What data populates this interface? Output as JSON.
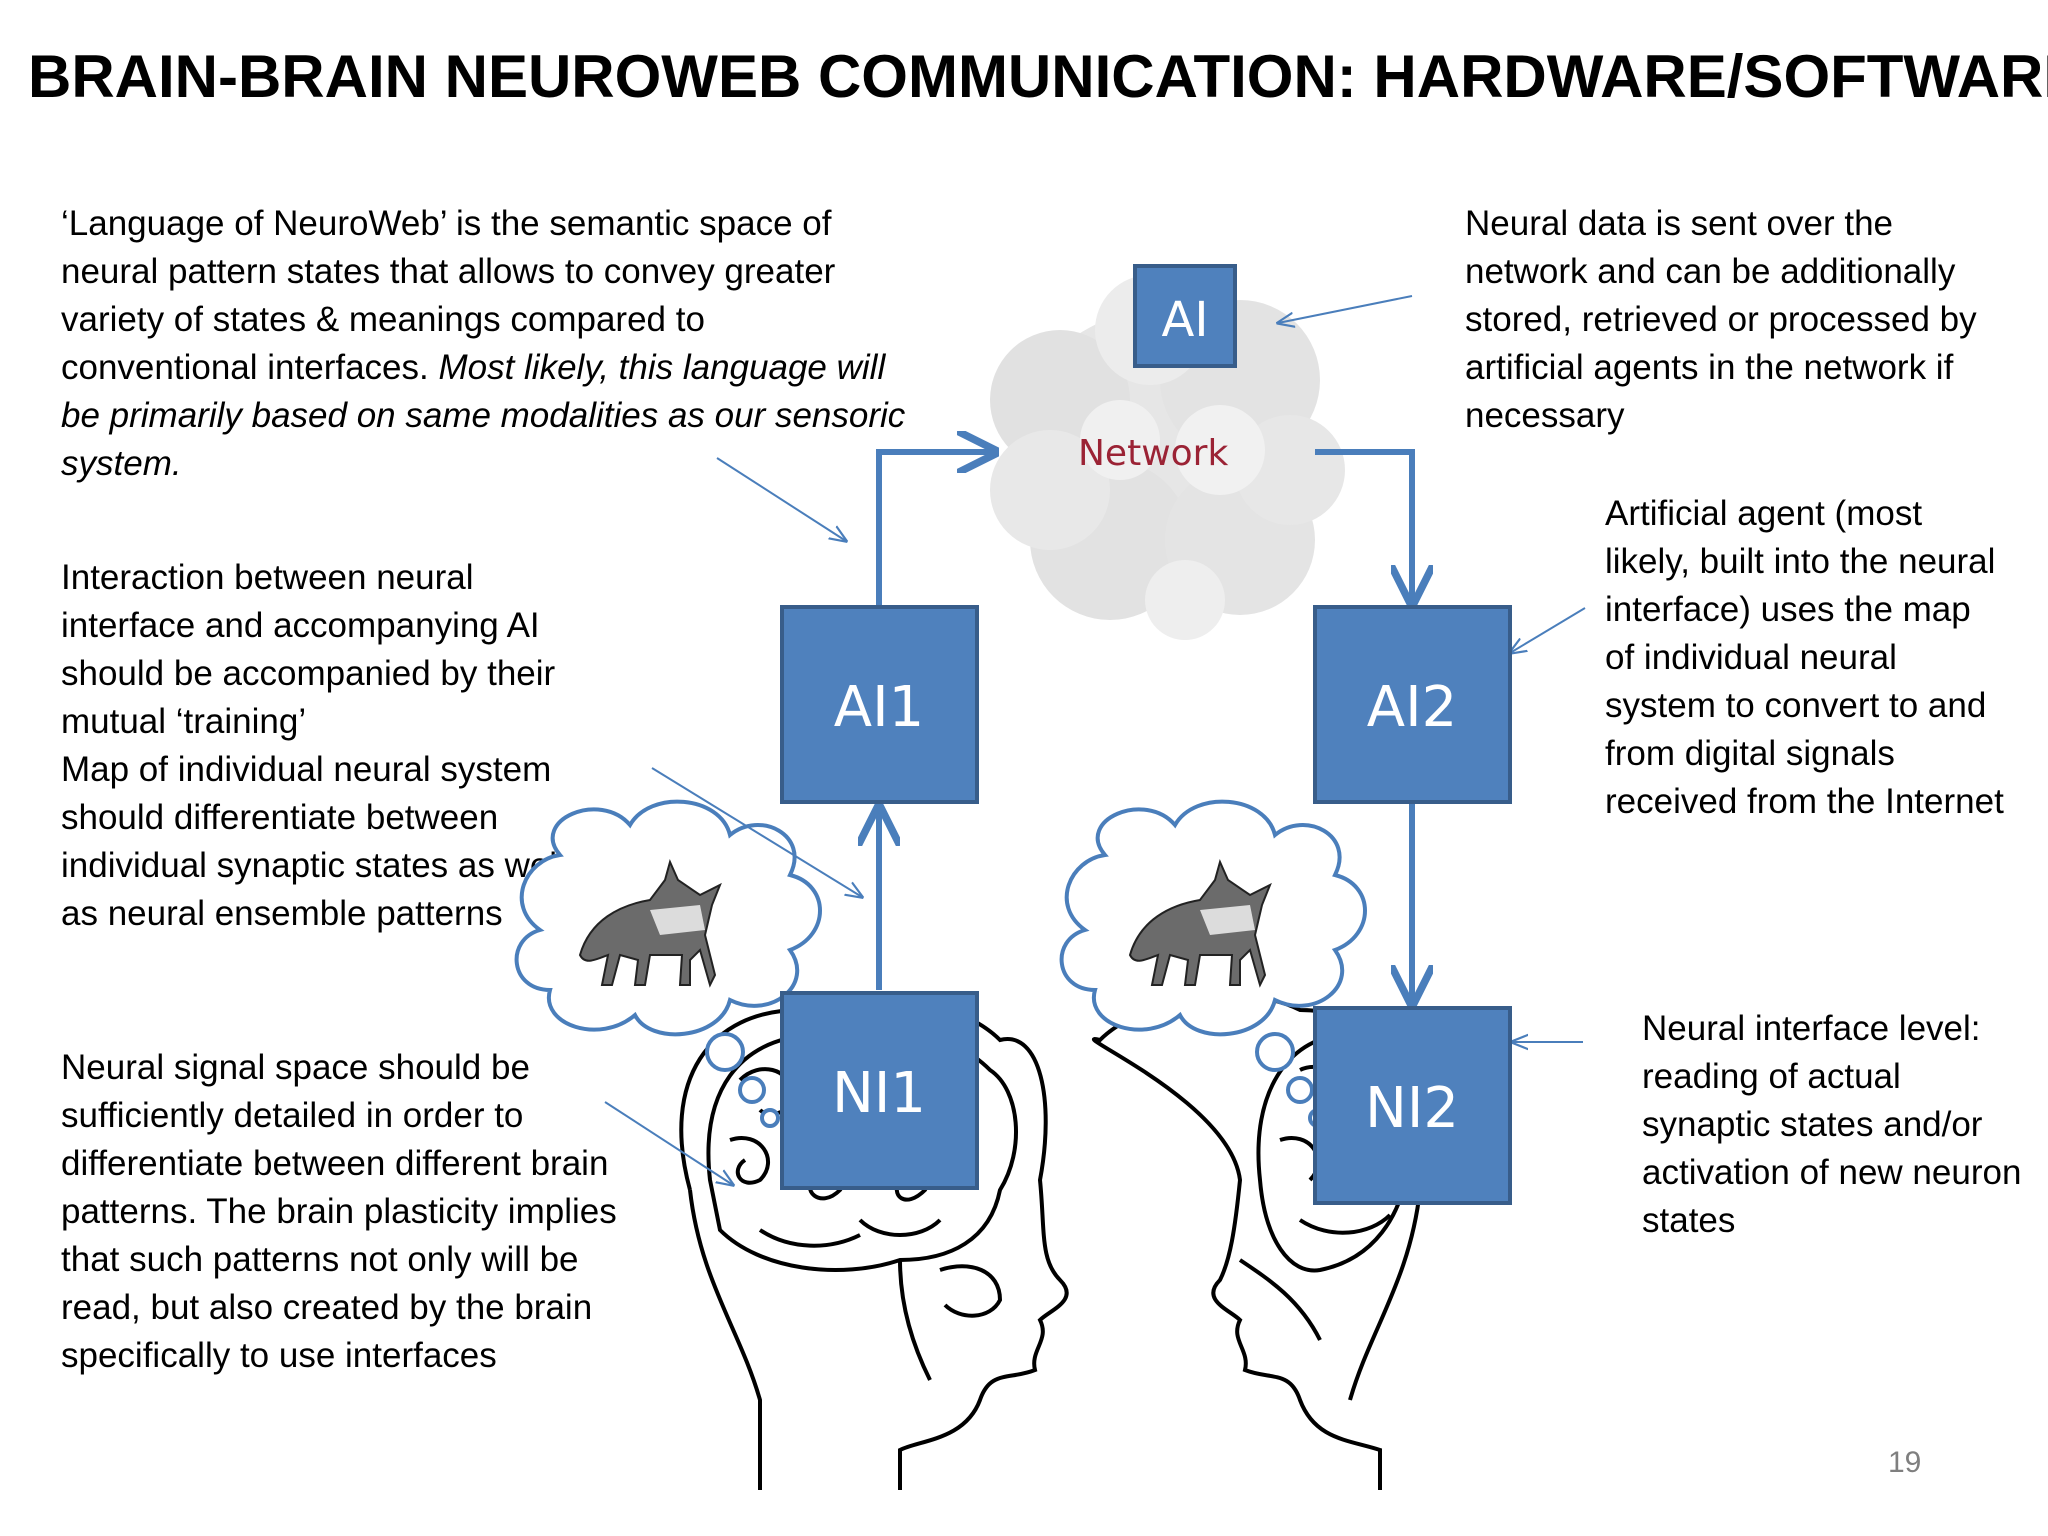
{
  "title": "BRAIN-BRAIN NEUROWEB COMMUNICATION: HARDWARE/SOFTWARE",
  "blocks": {
    "language": {
      "text_normal": "‘Language of NeuroWeb’ is the semantic space of neural pattern states that allows to convey greater variety of states & meanings compared to conventional interfaces. ",
      "text_italic": "Most likely, this language will be primarily based on same modalities as our sensoric system."
    },
    "interaction": {
      "p1": "Interaction between neural interface and accompanying AI should be accompanied by their mutual ‘training’",
      "p2": "Map of individual neural system should differentiate between individual synaptic states as well as neural ensemble patterns"
    },
    "signal_space": "Neural signal space should be sufficiently detailed in order to differentiate between different brain patterns. The brain plasticity implies that such patterns not only will be read, but also created by the brain specifically to use interfaces",
    "network_data": "Neural data is sent over the network and can be additionally stored, retrieved or processed by artificial agents in the network if necessary",
    "artificial_agent": "Artificial agent (most likely, built into the neural interface) uses the map of individual neural system to convert to and from digital signals received from the Internet",
    "ni_level": "Neural interface level: reading of actual synaptic states and/or activation of new neuron states"
  },
  "diagram": {
    "boxes": {
      "ai": "AI",
      "ai1": "AI1",
      "ai2": "AI2",
      "ni1": "NI1",
      "ni2": "NI2"
    },
    "network_label": "Network"
  },
  "colors": {
    "box_fill": "#4f81bd",
    "box_stroke": "#385d8a",
    "arrow": "#4a7ebb",
    "network_text": "#9b2335",
    "cloud": "#e6e6e6"
  },
  "page_number": "19"
}
